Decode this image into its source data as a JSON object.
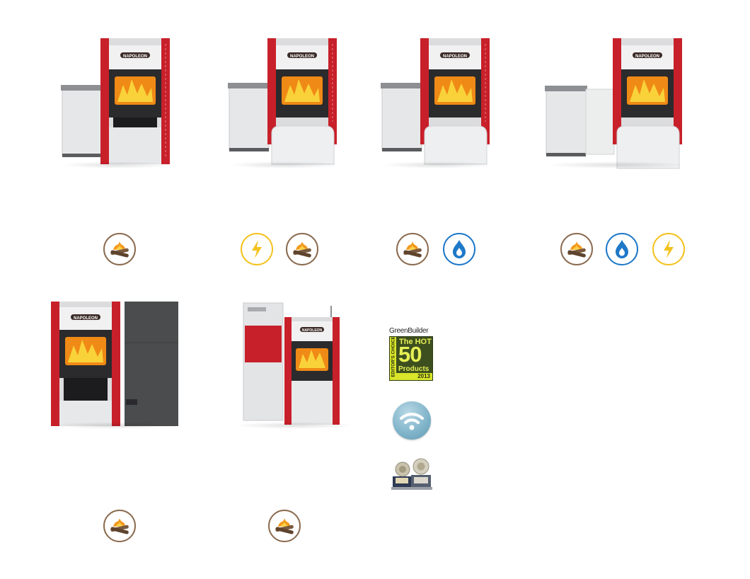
{
  "brand": "NAPOLEON",
  "awards": {
    "green_builder": {
      "publisher": "GreenBuilder",
      "line1": "The HOT",
      "big_number": "50",
      "line2": "Products",
      "side": "EDITOR'S CHOICE",
      "year": "2013"
    }
  },
  "colors": {
    "furnace_red": "#c8202a",
    "steel_light": "#e3e4e6",
    "steel_dark": "#4a4c4e",
    "wood_ring": "#8b6b4f",
    "electric_ring": "#f4c21d",
    "gas_ring": "#1e78c8"
  },
  "icons": [
    "wood-fuel-icon",
    "electric-fuel-icon",
    "gas-fuel-icon",
    "wifi-icon",
    "trophy-icon"
  ]
}
